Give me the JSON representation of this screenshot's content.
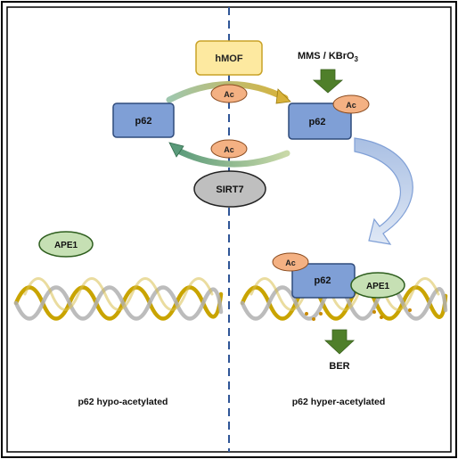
{
  "labels": {
    "hmof": "hMOF",
    "p62": "p62",
    "ac": "Ac",
    "sirt7": "SIRT7",
    "ape1": "APE1",
    "stimulus": "MMS / KBrO",
    "stimulus_sub": "3",
    "ber": "BER",
    "caption_left": "p62 hypo-acetylated",
    "caption_right": "p62 hyper-acetylated"
  },
  "colors": {
    "hmof_fill": "#fde9a0",
    "hmof_stroke": "#c9a227",
    "p62_fill": "#7f9fd6",
    "p62_stroke": "#2f4b7c",
    "ac_fill": "#f4b183",
    "ac_stroke": "#8a4b1f",
    "sirt7_fill": "#bfbfbf",
    "ape1_fill": "#c6e0b4",
    "ape1_stroke": "#2e5e1e",
    "green_arrow": "#4f7f2a",
    "divider": "#2f5597",
    "dna_gold": "#c9a400",
    "dna_grey": "#b0b0b0"
  }
}
